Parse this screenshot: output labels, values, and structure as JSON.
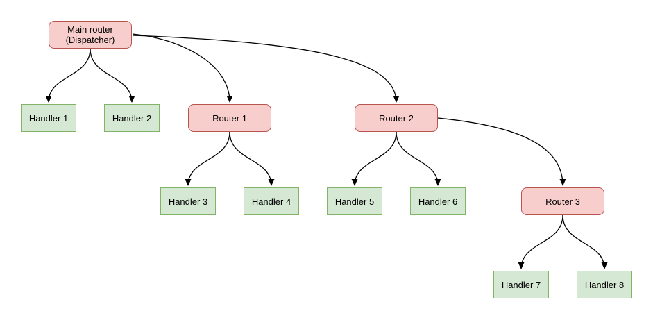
{
  "colors": {
    "background": "#ffffff",
    "router_fill": "#f8cecc",
    "router_border": "#b85450",
    "handler_fill": "#d5e8d4",
    "handler_border": "#82b366",
    "edge_stroke": "#000000",
    "text": "#000000"
  },
  "nodes": {
    "main_router": {
      "label": "Main router\n(Dispatcher)",
      "type": "router"
    },
    "router_1": {
      "label": "Router 1",
      "type": "router"
    },
    "router_2": {
      "label": "Router 2",
      "type": "router"
    },
    "router_3": {
      "label": "Router 3",
      "type": "router"
    },
    "handler_1": {
      "label": "Handler 1",
      "type": "handler"
    },
    "handler_2": {
      "label": "Handler 2",
      "type": "handler"
    },
    "handler_3": {
      "label": "Handler 3",
      "type": "handler"
    },
    "handler_4": {
      "label": "Handler 4",
      "type": "handler"
    },
    "handler_5": {
      "label": "Handler 5",
      "type": "handler"
    },
    "handler_6": {
      "label": "Handler 6",
      "type": "handler"
    },
    "handler_7": {
      "label": "Handler 7",
      "type": "handler"
    },
    "handler_8": {
      "label": "Handler 8",
      "type": "handler"
    }
  },
  "edges": [
    {
      "from": "Main router (Dispatcher)",
      "to": "Handler 1"
    },
    {
      "from": "Main router (Dispatcher)",
      "to": "Handler 2"
    },
    {
      "from": "Main router (Dispatcher)",
      "to": "Router 1"
    },
    {
      "from": "Main router (Dispatcher)",
      "to": "Router 2"
    },
    {
      "from": "Router 1",
      "to": "Handler 3"
    },
    {
      "from": "Router 1",
      "to": "Handler 4"
    },
    {
      "from": "Router 2",
      "to": "Handler 5"
    },
    {
      "from": "Router 2",
      "to": "Handler 6"
    },
    {
      "from": "Router 2",
      "to": "Router 3"
    },
    {
      "from": "Router 3",
      "to": "Handler 7"
    },
    {
      "from": "Router 3",
      "to": "Handler 8"
    }
  ]
}
